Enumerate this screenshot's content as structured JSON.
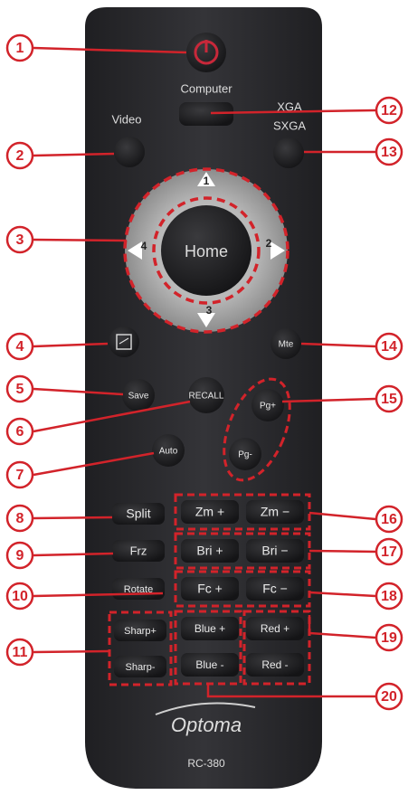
{
  "remote": {
    "brand": "Optoma",
    "model": "RC-380",
    "labels": {
      "computer": "Computer",
      "video": "Video",
      "xga": "XGA",
      "sxga": "SXGA"
    },
    "dpad": {
      "center": "Home",
      "up": "1",
      "right": "2",
      "down": "3",
      "left": "4"
    },
    "buttons": {
      "mute": "Mte",
      "save": "Save",
      "recall": "RECALL",
      "auto": "Auto",
      "pg_up": "Pg+",
      "pg_down": "Pg-",
      "split": "Split",
      "frz": "Frz",
      "rotate": "Rotate",
      "sharp_plus": "Sharp+",
      "sharp_minus": "Sharp-",
      "zm_plus": "Zm +",
      "zm_minus": "Zm −",
      "bri_plus": "Bri +",
      "bri_minus": "Bri −",
      "fc_plus": "Fc +",
      "fc_minus": "Fc −",
      "blue_plus": "Blue +",
      "blue_minus": "Blue -",
      "red_plus": "Red +",
      "red_minus": "Red -"
    }
  },
  "callouts": [
    "1",
    "2",
    "3",
    "4",
    "5",
    "6",
    "7",
    "8",
    "9",
    "10",
    "11",
    "12",
    "13",
    "14",
    "15",
    "16",
    "17",
    "18",
    "19",
    "20"
  ],
  "colors": {
    "accent": "#d2232a",
    "body": "#2a2a2d",
    "button": "#1e1e20",
    "dpad_ring": "#a6a6a6",
    "power": "#c8283a"
  }
}
